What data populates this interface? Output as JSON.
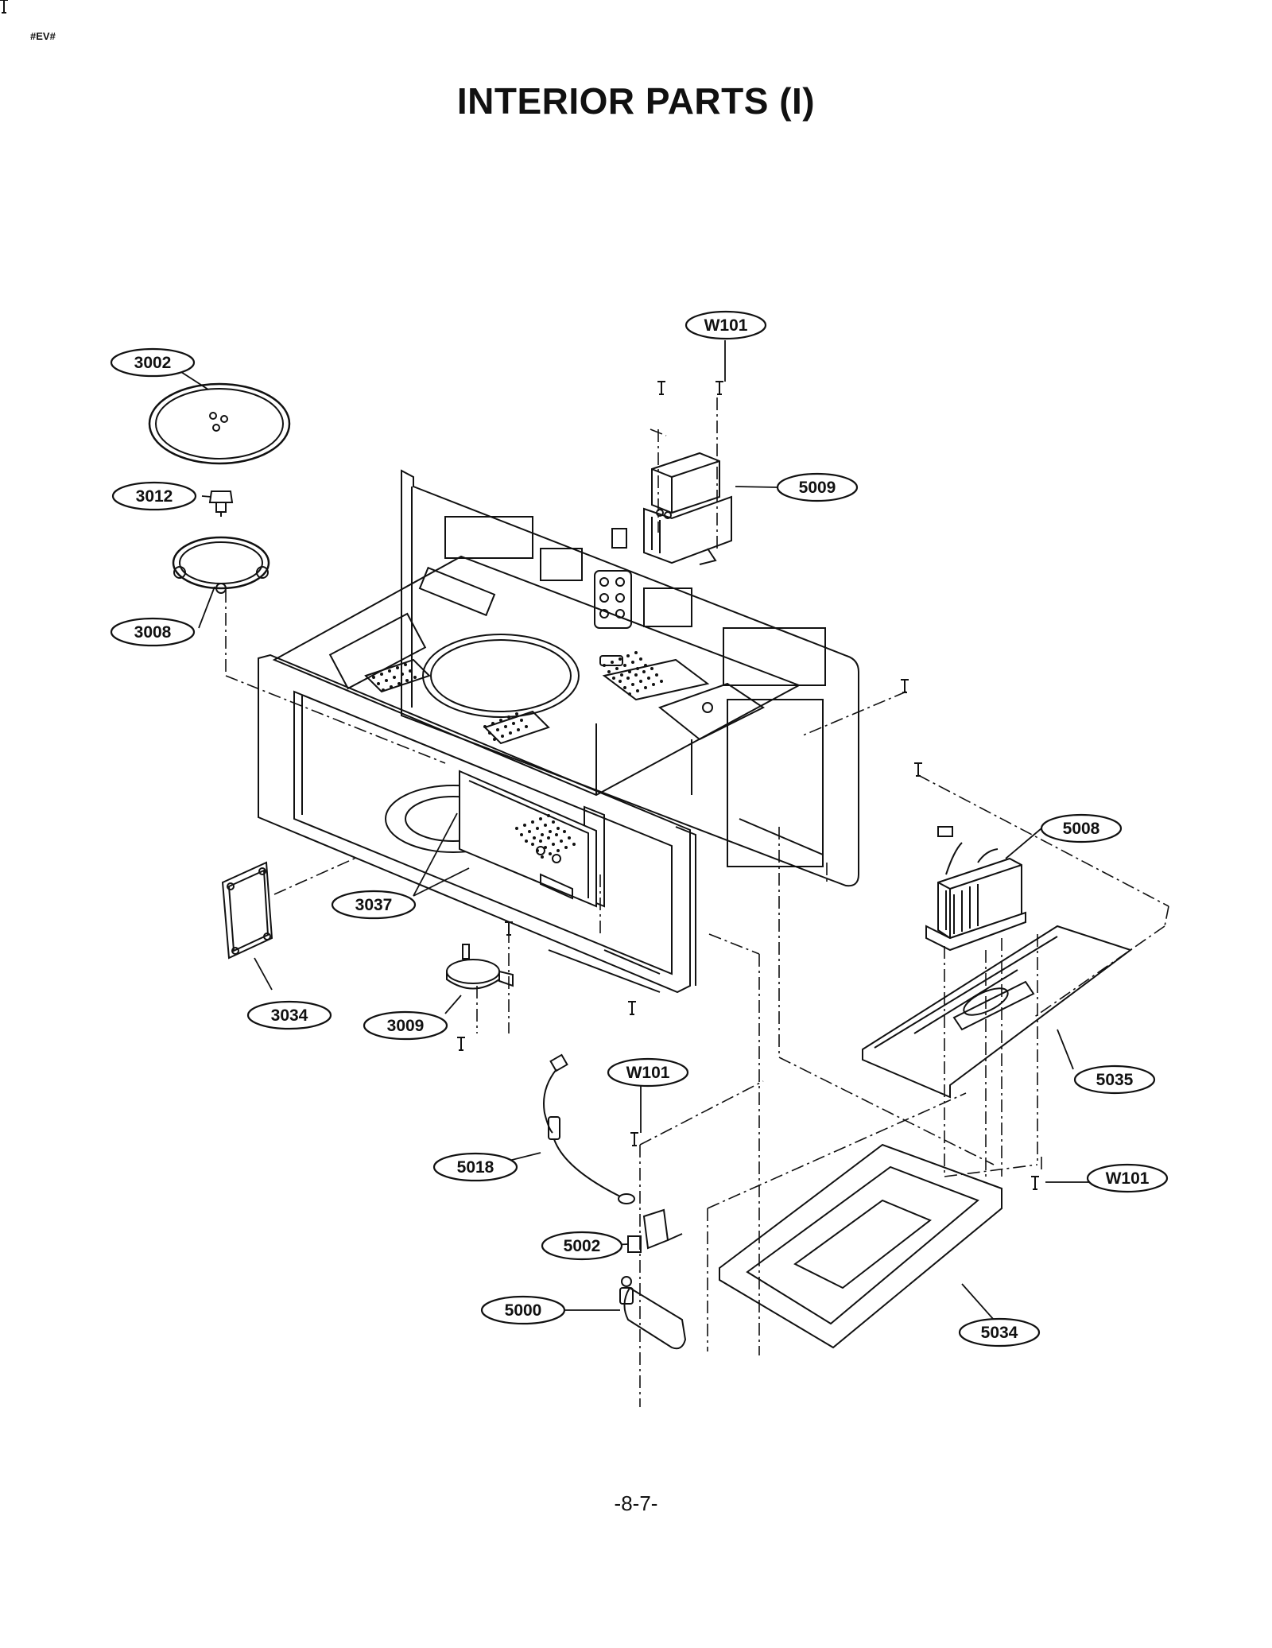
{
  "header": {
    "corner_code": "#EV#",
    "title": "INTERIOR PARTS (I)"
  },
  "footer": {
    "page_number": "-8-7-"
  },
  "parts": [
    {
      "id": "3002",
      "label": "3002"
    },
    {
      "id": "3012",
      "label": "3012"
    },
    {
      "id": "3008",
      "label": "3008"
    },
    {
      "id": "W101-top",
      "label": "W101"
    },
    {
      "id": "5009",
      "label": "5009"
    },
    {
      "id": "5008",
      "label": "5008"
    },
    {
      "id": "3037",
      "label": "3037"
    },
    {
      "id": "3034",
      "label": "3034"
    },
    {
      "id": "3009",
      "label": "3009"
    },
    {
      "id": "W101-mid",
      "label": "W101"
    },
    {
      "id": "5018",
      "label": "5018"
    },
    {
      "id": "5002",
      "label": "5002"
    },
    {
      "id": "5000",
      "label": "5000"
    },
    {
      "id": "5035",
      "label": "5035"
    },
    {
      "id": "W101-right",
      "label": "W101"
    },
    {
      "id": "5034",
      "label": "5034"
    }
  ]
}
